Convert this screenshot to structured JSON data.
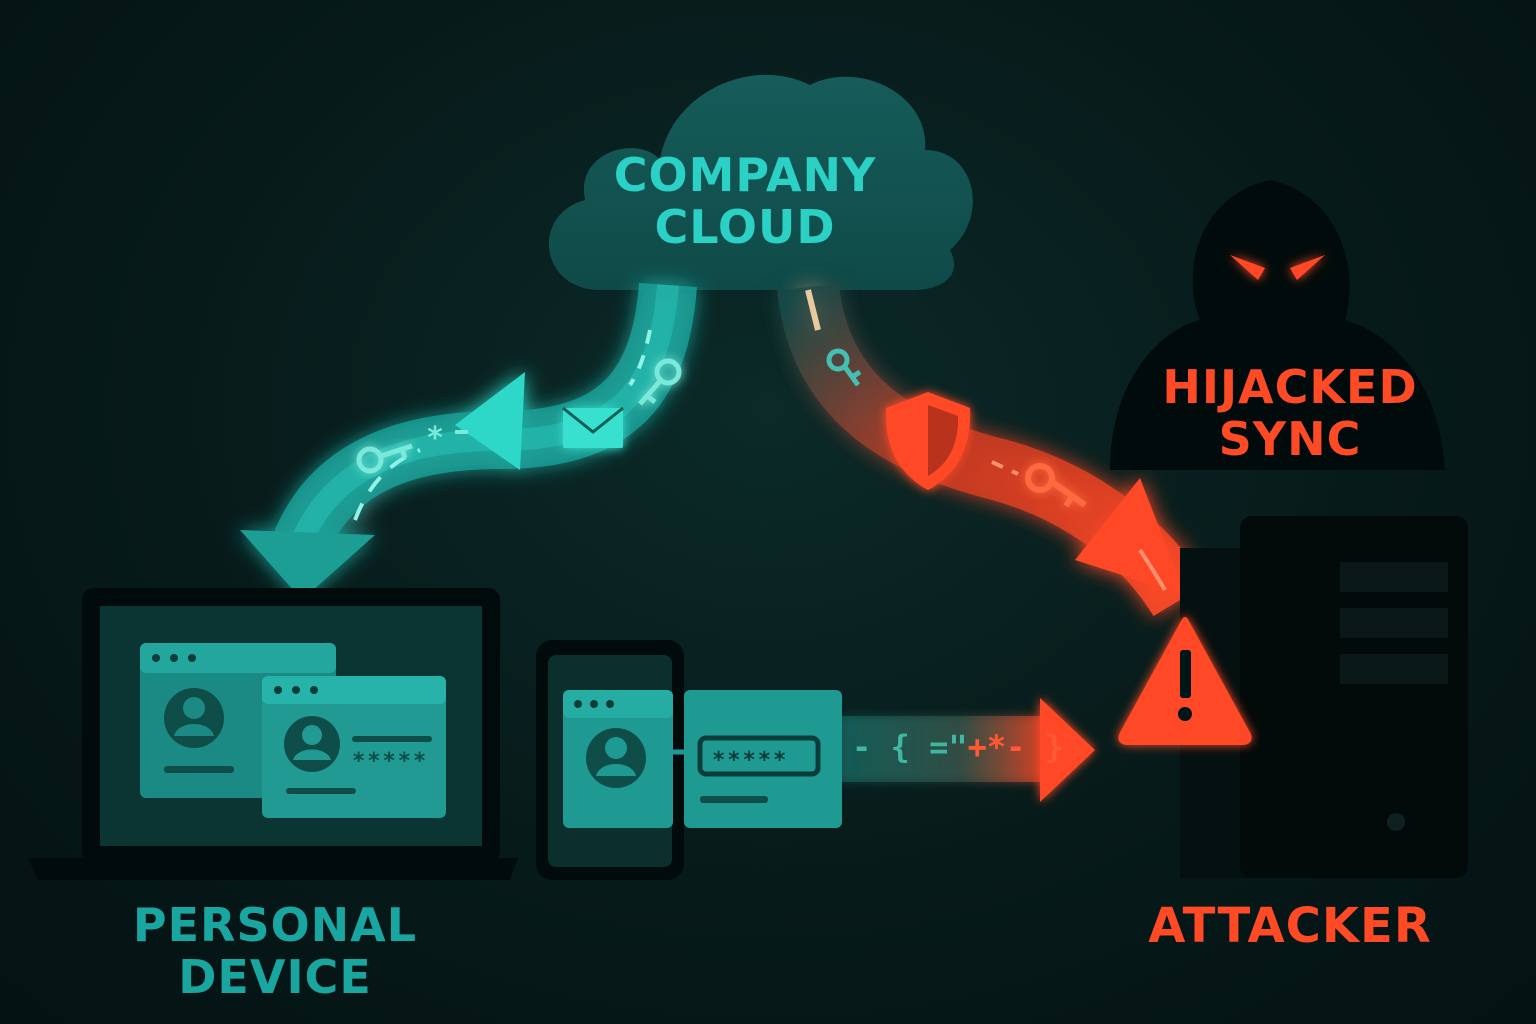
{
  "nodes": {
    "cloud": {
      "line1": "COMPANY",
      "line2": "CLOUD"
    },
    "personal_device": {
      "line1": "PERSONAL",
      "line2": "DEVICE"
    },
    "hijacked": {
      "line1": "HIJACKED",
      "line2": "SYNC"
    },
    "attacker": {
      "label": "ATTACKER"
    }
  },
  "stream_glyphs": {
    "cool": "- { =\"",
    "hot": "+*- }"
  },
  "password_mask": "*****",
  "colors": {
    "background": "#061818",
    "teal": "#22c7bb",
    "teal_dark": "#1b8f88",
    "danger": "#ff4a26",
    "silhouette": "#020b0b"
  },
  "icons": [
    "cloud-icon",
    "laptop-icon",
    "phone-icon",
    "profile-window-icon",
    "password-field-icon",
    "key-icon",
    "envelope-icon",
    "shield-icon",
    "warning-icon",
    "hooded-figure-icon",
    "server-tower-icon"
  ]
}
